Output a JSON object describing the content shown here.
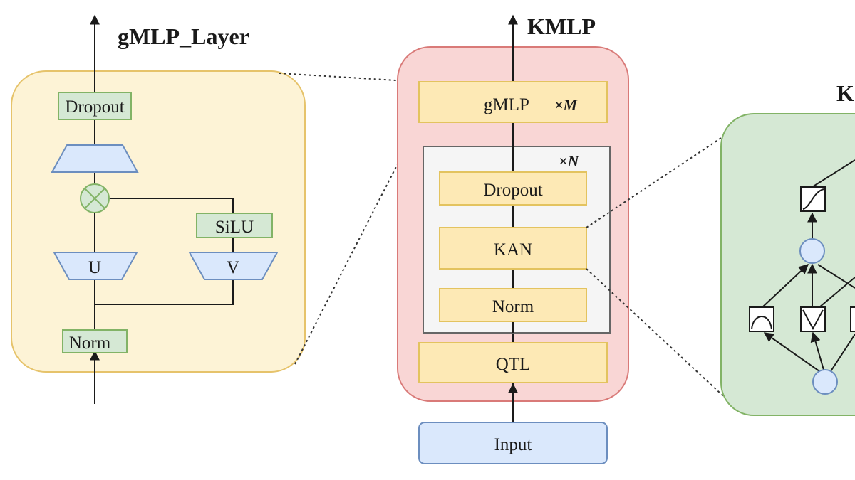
{
  "gmlp_layer": {
    "title": "gMLP_Layer",
    "dropout": "Dropout",
    "silu": "SiLU",
    "u": "U",
    "v": "V",
    "norm": "Norm"
  },
  "kmlp": {
    "title": "KMLP",
    "gmlp_block": "gMLP",
    "gmlp_repeat": "×M",
    "inner_repeat": "×N",
    "dropout": "Dropout",
    "kan": "KAN",
    "norm": "Norm",
    "qtl": "QTL",
    "input": "Input"
  },
  "kan_panel": {
    "title_partial": "K"
  },
  "colors": {
    "gmlp_panel_fill": "#fdf3d6",
    "gmlp_panel_stroke": "#e6c36b",
    "kmlp_panel_fill": "#f9d6d5",
    "kmlp_panel_stroke": "#d97a78",
    "block_fill": "#fde9b5",
    "block_stroke": "#e3c35f",
    "green_fill": "#d5e8d4",
    "green_stroke": "#82b366",
    "blue_fill": "#dae8fc",
    "blue_stroke": "#6c8ebf",
    "inner_fill": "#f5f5f5",
    "inner_stroke": "#666666"
  }
}
